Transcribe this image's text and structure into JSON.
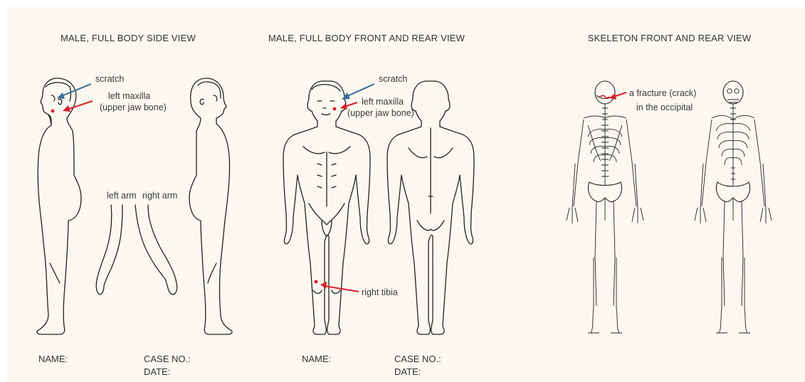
{
  "colors": {
    "background": "#fbf8f0",
    "blue_arrow": "#3b6e96",
    "red_arrow": "#d6202a",
    "line": "#222222"
  },
  "panels": [
    {
      "title": "MALE, FULL BODY SIDE VIEW",
      "annotations": {
        "scratch": "scratch",
        "maxilla_line1": "left maxilla",
        "maxilla_line2": "(upper jaw bone)",
        "left_arm": "left arm",
        "right_arm": "right arm"
      },
      "footer": {
        "name": "NAME:",
        "case": "CASE NO.:",
        "date": "DATE:"
      }
    },
    {
      "title": "MALE, FULL BODY FRONT AND REAR VIEW",
      "annotations": {
        "scratch": "scratch",
        "maxilla_line1": "left maxilla",
        "maxilla_line2": "(upper jaw bone)",
        "tibia": "right tibia"
      },
      "footer": {
        "name": "NAME:",
        "case": "CASE NO.:",
        "date": "DATE:"
      }
    },
    {
      "title": "SKELETON FRONT AND REAR VIEW",
      "annotations": {
        "fracture_line1": "a fracture (crack)",
        "fracture_line2": "in the occipital"
      }
    }
  ]
}
